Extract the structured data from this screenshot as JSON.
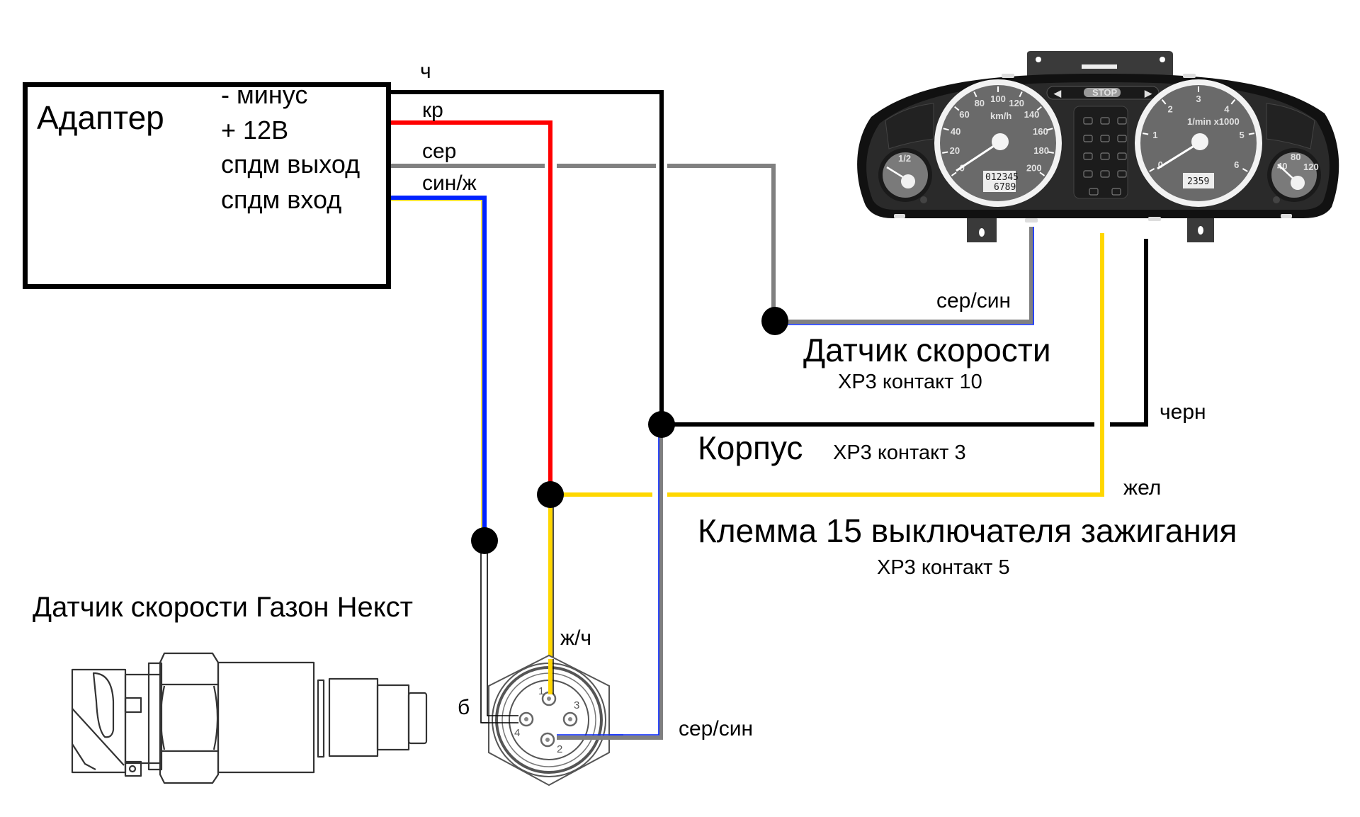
{
  "adapter": {
    "title": "Адаптер",
    "pins": [
      "- минус",
      "+ 12В",
      "спдм выход",
      "спдм вход"
    ]
  },
  "wires": {
    "black": {
      "label": "ч",
      "color": "#000000"
    },
    "red": {
      "label": "кр",
      "color": "#ff0000"
    },
    "grey": {
      "label": "сер",
      "color": "#808080"
    },
    "blue": {
      "label": "син/ж",
      "color": "#0022ff"
    },
    "yellow": {
      "color": "#ffd700"
    }
  },
  "cluster": {
    "speed_sensor_wire_label": "сер/син",
    "speed_sensor_title": "Датчик скорости",
    "speed_sensor_contact": "XP3 контакт 10",
    "ground_wire_label": "черн",
    "ground_title": "Корпус",
    "ground_contact": "XP3 контакт 3",
    "ignition_wire_label": "жел",
    "ignition_title": "Клемма 15 выключателя зажигания",
    "ignition_contact": "XP3 контакт 5",
    "speedo_ticks": [
      "0",
      "20",
      "40",
      "60",
      "80",
      "100",
      "120",
      "140",
      "160",
      "180",
      "200"
    ],
    "speedo_unit": "km/h",
    "odometer_total": "012345",
    "odometer_trip": "6789",
    "tacho_ticks": [
      "0",
      "1",
      "2",
      "3",
      "4",
      "5",
      "6"
    ],
    "tacho_unit": "1/min x1000",
    "tacho_display": "2359",
    "stop_label": "STOP",
    "fuel_mark": "1/2",
    "temp_marks": [
      "40",
      "80",
      "120"
    ]
  },
  "sensor": {
    "title": "Датчик скорости Газон Некст",
    "pin_labels": [
      "1",
      "2",
      "3",
      "4"
    ],
    "wire_yellow_black_label": "ж/ч",
    "wire_white_label": "б",
    "wire_grey_blue_label": "сер/син"
  }
}
